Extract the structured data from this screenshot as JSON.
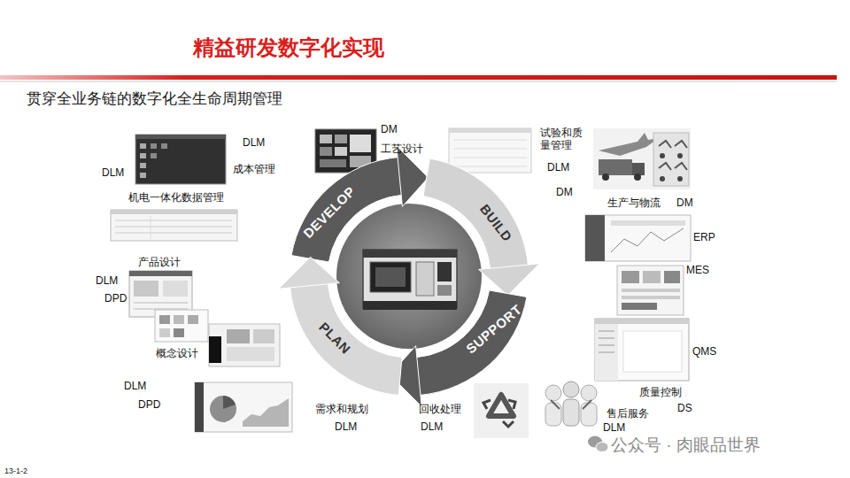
{
  "diagram": {
    "title": "精益研发数字化实现",
    "nodes": [
      {
        "text": [
          "DEVELOP"
        ]
      },
      {
        "text": [
          "BUILD"
        ]
      },
      {
        "text": [
          "SUPPORT"
        ]
      },
      {
        "text": [
          "PLAN"
        ]
      }
    ],
    "labels": [
      "贯穿全业务链的数字化全生命周期管理",
      "DM",
      "试验和质量管理",
      "DLM",
      "工艺设计",
      "成本管理",
      "DLM",
      "DLM",
      "DM",
      "机电一体化数据管理",
      "生产与物流",
      "DM",
      "ERP",
      "产品设计",
      "MES",
      "DLM",
      "DPD",
      "概念设计",
      "QMS",
      "DLM",
      "质量控制",
      "DPD",
      "需求和规划",
      "回收处理",
      "DS",
      "售后服务",
      "DLM",
      "DLM",
      "DLM",
      "公众号 · 肉眼品世界",
      "13-1-2"
    ]
  }
}
